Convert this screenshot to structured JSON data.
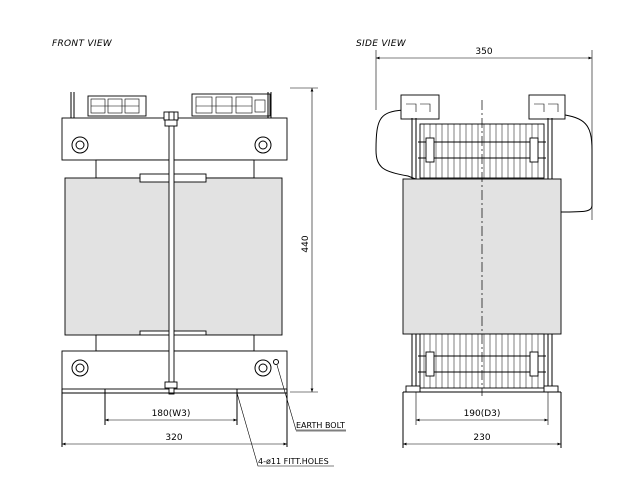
{
  "views": {
    "front_title": "FRONT VIEW",
    "side_title": "SIDE VIEW"
  },
  "dimensions": {
    "front_height": "440",
    "front_hole_spacing": "180(W3)",
    "front_width": "320",
    "side_width": "350",
    "side_hole_spacing": "190(D3)",
    "side_depth": "230"
  },
  "notes": {
    "earth_bolt": "EARTH BOLT",
    "fitting_holes": "4-ø11 FITT.HOLES"
  }
}
